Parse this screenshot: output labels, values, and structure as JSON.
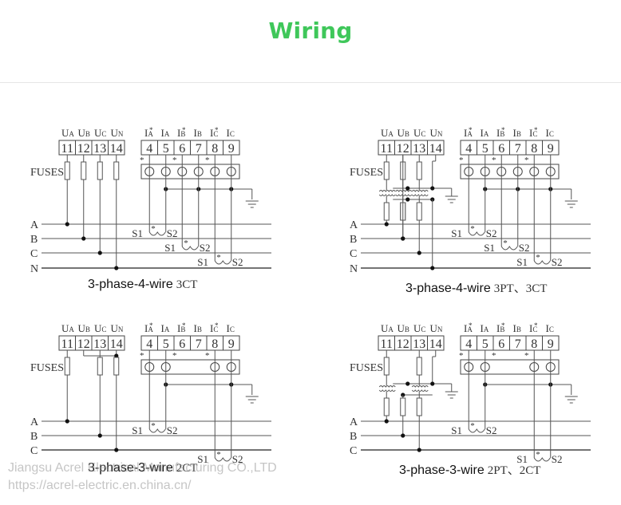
{
  "page": {
    "title": "Wiring",
    "title_color": "#3fc75a"
  },
  "labels": {
    "fuses": "FUSES",
    "s1": "S1",
    "s2": "S2",
    "star": "*"
  },
  "voltage_terminals": [
    {
      "label": "U",
      "sub": "A",
      "number": "11"
    },
    {
      "label": "U",
      "sub": "B",
      "number": "12"
    },
    {
      "label": "U",
      "sub": "C",
      "number": "13"
    },
    {
      "label": "U",
      "sub": "N",
      "number": "14"
    }
  ],
  "current_terminals": [
    {
      "label": "I",
      "sub": "A",
      "star": true,
      "number": "4"
    },
    {
      "label": "I",
      "sub": "A",
      "star": false,
      "number": "5"
    },
    {
      "label": "I",
      "sub": "B",
      "star": true,
      "number": "6"
    },
    {
      "label": "I",
      "sub": "B",
      "star": false,
      "number": "7"
    },
    {
      "label": "I",
      "sub": "C",
      "star": true,
      "number": "8"
    },
    {
      "label": "I",
      "sub": "C",
      "star": false,
      "number": "9"
    }
  ],
  "diagrams": [
    {
      "id": "d1",
      "caption_main": "3-phase-4-wire",
      "caption_sub": "3CT",
      "phases": [
        "A",
        "B",
        "C",
        "N"
      ],
      "pt": false,
      "ct_count": 3
    },
    {
      "id": "d2",
      "caption_main": "3-phase-4-wire",
      "caption_sub": "3PT、3CT",
      "phases": [
        "A",
        "B",
        "C",
        "N"
      ],
      "pt": true,
      "ct_count": 3
    },
    {
      "id": "d3",
      "caption_main": "3-phase-3-wire",
      "caption_sub": "2CT",
      "phases": [
        "A",
        "B",
        "C"
      ],
      "pt": false,
      "ct_count": 2
    },
    {
      "id": "d4",
      "caption_main": "3-phase-3-wire",
      "caption_sub": "2PT、2CT",
      "phases": [
        "A",
        "B",
        "C"
      ],
      "pt": true,
      "ct_count": 2
    }
  ],
  "watermark": {
    "company": "Jiangsu Acrel Electrical Manufacturing CO.,LTD",
    "url": "https://acrel-electric.en.china.cn/"
  }
}
